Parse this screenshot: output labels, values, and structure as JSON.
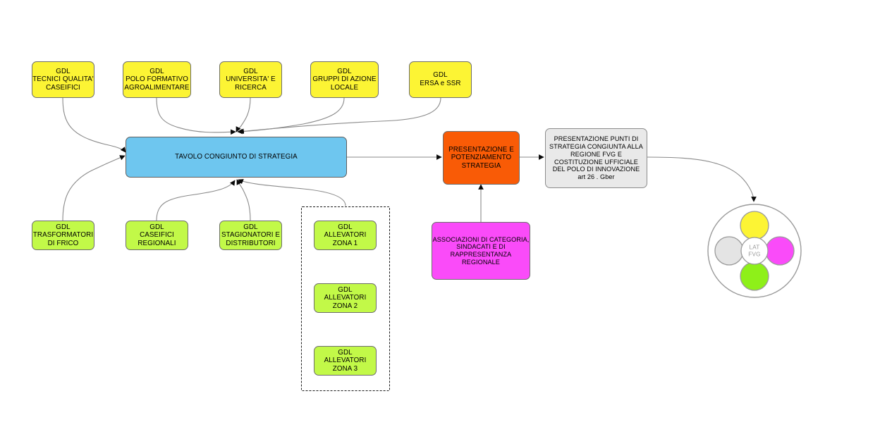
{
  "diagram": {
    "title": "Tavolo congiunto di strategia - LAT FVG",
    "colors": {
      "yellow": "#fcf434",
      "green": "#c2f948",
      "blue": "#6ec6ef",
      "orange": "#f95b06",
      "magenta": "#fa4bf9",
      "gray": "#e9e9e9",
      "edge": "#808080",
      "border": "#6d6d6d"
    },
    "top_row": [
      {
        "id": "gdl-tecnici-qualita-caseifici",
        "label": "GDL\nTECNICI QUALITA'\nCASEIFICI"
      },
      {
        "id": "gdl-polo-formativo-agroalimentare",
        "label": "GDL\nPOLO FORMATIVO\nAGROALIMENTARE"
      },
      {
        "id": "gdl-universita-ricerca",
        "label": "GDL\nUNIVERSITA' E\nRICERCA"
      },
      {
        "id": "gdl-gruppi-azione-locale",
        "label": "GDL\nGRUPPI DI AZIONE\nLOCALE"
      },
      {
        "id": "gdl-ersa-ssr",
        "label": "GDL\nERSA e SSR"
      }
    ],
    "bottom_row": [
      {
        "id": "gdl-trasformatori-di-frico",
        "label": "GDL\nTRASFORMATORI\nDI FRICO"
      },
      {
        "id": "gdl-caseifici-regionali",
        "label": "GDL\nCASEIFICI\nREGIONALI"
      },
      {
        "id": "gdl-stagionatori-distributori",
        "label": "GDL\nSTAGIONATORI E\nDISTRIBUTORI"
      }
    ],
    "allevatori_group": [
      {
        "id": "gdl-allevatori-zona-1",
        "label": "GDL\nALLEVATORI\nZONA 1"
      },
      {
        "id": "gdl-allevatori-zona-2",
        "label": "GDL\nALLEVATORI\nZONA 2"
      },
      {
        "id": "gdl-allevatori-zona-3",
        "label": "GDL\nALLEVATORI\nZONA 3"
      }
    ],
    "central": {
      "id": "tavolo-congiunto-di-strategia",
      "label": "TAVOLO CONGIUNTO DI STRATEGIA"
    },
    "presentazione": {
      "id": "presentazione-potenziamento-strategia",
      "label": "PRESENTAZIONE E\nPOTENZIAMENTO\nSTRATEGIA"
    },
    "regione": {
      "id": "presentazione-punti-strategia-regione",
      "label": "PRESENTAZIONE PUNTI DI\nSTRATEGIA CONGIUNTA ALLA\nREGIONE FVG E\nCOSTITUZIONE UFFICIALE\nDEL POLO DI INNOVAZIONE\nart 26 . Gber"
    },
    "associazioni": {
      "id": "associazioni-di-categoria",
      "label": "ASSOCIAZIONI DI CATEGORIA,\nSINDACATI E DI\nRAPPRESENTANZA\nREGIONALE"
    },
    "logo": {
      "id": "lat-fvg-logo",
      "label": "LAT\nFVG",
      "petals": [
        {
          "name": "yellow-circle",
          "color": "#fcf434"
        },
        {
          "name": "magenta-circle",
          "color": "#fa4bf9"
        },
        {
          "name": "green-circle",
          "color": "#8ef019"
        },
        {
          "name": "gray-circle",
          "color": "#e4e4e4"
        }
      ]
    }
  }
}
